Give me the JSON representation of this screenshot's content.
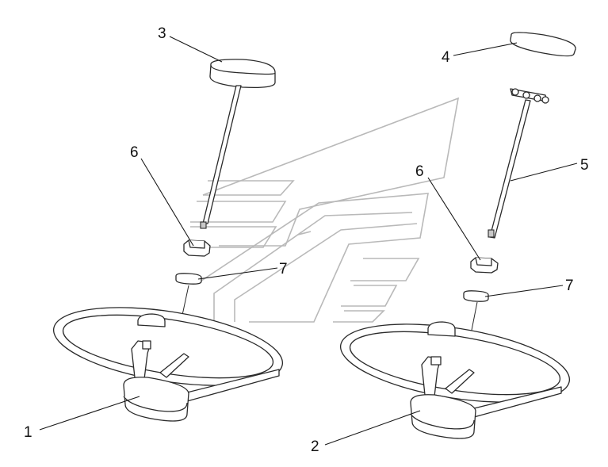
{
  "callouts": [
    {
      "key": "c1",
      "label": "1"
    },
    {
      "key": "c2",
      "label": "2"
    },
    {
      "key": "c3",
      "label": "3"
    },
    {
      "key": "c4",
      "label": "4"
    },
    {
      "key": "c5",
      "label": "5"
    },
    {
      "key": "c6a",
      "label": "6"
    },
    {
      "key": "c6b",
      "label": "6"
    },
    {
      "key": "c7a",
      "label": "7"
    },
    {
      "key": "c7b",
      "label": "7"
    }
  ],
  "colors": {
    "line": "#2a2a2a",
    "watermark": "#b9b9b9",
    "background": "#ffffff"
  }
}
